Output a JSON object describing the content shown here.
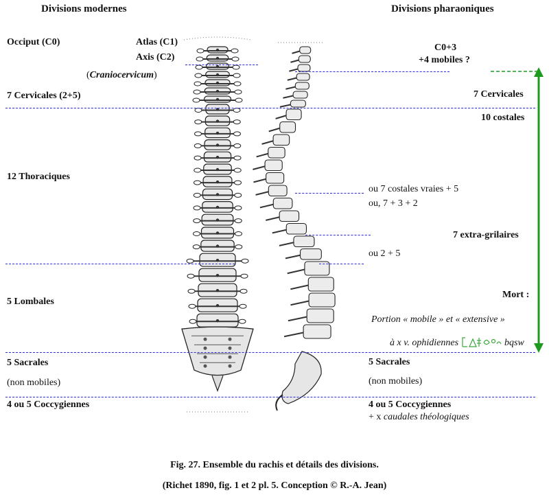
{
  "headers": {
    "left": "Divisions modernes",
    "right": "Divisions pharaoniques"
  },
  "left": {
    "occiput": "Occiput (C0)",
    "atlas": "Atlas (C1)",
    "axis": "Axis (C2)",
    "craniocervicum": "Craniocervicum",
    "cervicales": "7 Cervicales (2+5)",
    "thoraciques": "12 Thoraciques",
    "lombales": "5 Lombales",
    "sacrales": "5 Sacrales",
    "non_mobiles": "(non mobiles)",
    "coccygiennes": "4 ou 5 Coccygiennes"
  },
  "right": {
    "c0_3": "C0+3",
    "mobiles": "+4 mobiles ?",
    "cervicales": "7 Cervicales",
    "costales": "10 costales",
    "costales_vraies": "ou 7 costales vraies + 5",
    "ou_7_3_2": "ou, 7 + 3 + 2",
    "extra_grilaires": "7 extra-grilaires",
    "ou_2_5": "ou 2 + 5",
    "mort": "Mort :",
    "portion": "Portion « mobile » et « extensive »",
    "ophidiennes_prefix": "à x v. ophidiennes",
    "bqsw": "bqsw",
    "sacrales": "5 Sacrales",
    "non_mobiles": "(non mobiles)",
    "coccygiennes": "4 ou 5 Coccygiennes",
    "caudales_prefix": "+ x",
    "caudales": "caudales théologiques"
  },
  "caption": {
    "line1": "Fig. 27. Ensemble du rachis et détails des divisions.",
    "line2": "(Richet 1890, fig. 1 et 2 pl. 5. Conception © R.-A. Jean)"
  },
  "colors": {
    "dashed_lines": "#2a2ad8",
    "green_arrow": "#1e9a1e",
    "text": "#111111"
  }
}
